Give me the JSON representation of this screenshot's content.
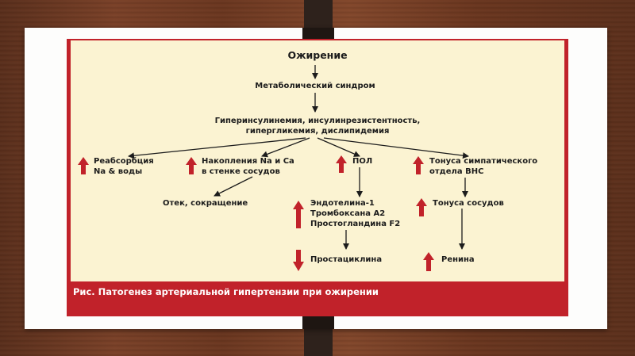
{
  "nodes": {
    "obesity": "Ожирение",
    "metabolic": "Метаболический синдром",
    "hyper_l1": "Гиперинсулинемия, инсулинрезистентность,",
    "hyper_l2": "гипергликемия, дислипидемия",
    "reabs_l1": "Реабсорбция",
    "reabs_l2": "Na & воды",
    "accum_l1": "Накопления Na и Ca",
    "accum_l2": "в стенке сосудов",
    "edema": "Отек, сокращение",
    "pol": "ПОЛ",
    "endo_l1": "Эндотелина-1",
    "endo_l2": "Тромбоксана А2",
    "endo_l3": "Простогландина F2",
    "prost": "Простациклина",
    "symp_l1": "Тонуса симпатического",
    "symp_l2": "отдела ВНС",
    "vasc": "Тонуса сосудов",
    "renin": "Ренина"
  },
  "caption": "Рис. Патогенез артериальной гипертензии при ожирении",
  "colors": {
    "accent": "#c1222a",
    "panel": "#fbf3d2",
    "arrow_red": "#c1222a",
    "text": "#1c1c1c"
  },
  "icons": {
    "increase": "up-arrow-icon",
    "decrease": "down-arrow-icon"
  }
}
